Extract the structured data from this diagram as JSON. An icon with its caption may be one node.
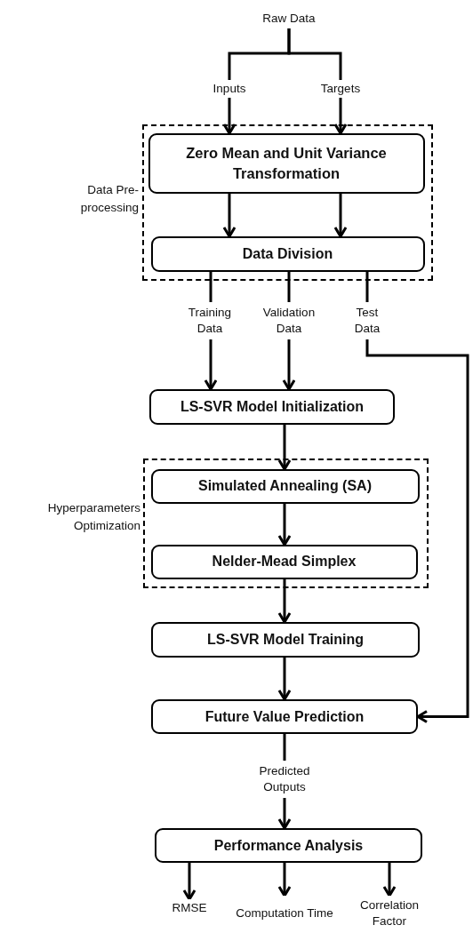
{
  "diagram": {
    "nodes": [
      {
        "text": [
          "Raw Data"
        ]
      },
      {
        "text": [
          "Inputs"
        ]
      },
      {
        "text": [
          "Targets"
        ]
      },
      {
        "text": [
          "Data Pre- processing"
        ]
      },
      {
        "text": [
          "Zero Mean and Unit Variance Transformation"
        ],
        "in": 3
      },
      {
        "text": [
          "Data Division"
        ],
        "in": 3
      },
      {
        "text": [
          "Training Data"
        ]
      },
      {
        "text": [
          "Validation Data"
        ]
      },
      {
        "text": [
          "Test Data"
        ]
      },
      {
        "text": [
          "LS-SVR Model Initialization"
        ]
      },
      {
        "text": [
          "Hyperparameters Optimization"
        ]
      },
      {
        "text": [
          "Simulated Annealing (SA)"
        ],
        "in": 10
      },
      {
        "text": [
          "Nelder-Mead Simplex"
        ],
        "in": 10
      },
      {
        "text": [
          "LS-SVR Model Training"
        ]
      },
      {
        "text": [
          "Future Value Prediction"
        ]
      },
      {
        "text": [
          "Predicted Outputs"
        ]
      },
      {
        "text": [
          "Performance Analysis"
        ]
      },
      {
        "text": [
          "RMSE"
        ]
      },
      {
        "text": [
          "Computation Time"
        ]
      },
      {
        "text": [
          "Correlation Factor"
        ]
      }
    ],
    "edges": [
      {
        "from": 0,
        "to": 1,
        "arrow": "none"
      },
      {
        "from": 0,
        "to": 2,
        "arrow": "none"
      },
      {
        "from": 1,
        "to": 4,
        "arrow": "to"
      },
      {
        "from": 2,
        "to": 4,
        "arrow": "to"
      },
      {
        "from": 4,
        "to": 5,
        "arrow": "to"
      },
      {
        "from": 4,
        "to": 5,
        "arrow": "to"
      },
      {
        "from": 5,
        "to": 6,
        "arrow": "none"
      },
      {
        "from": 5,
        "to": 7,
        "arrow": "none"
      },
      {
        "from": 5,
        "to": 8,
        "arrow": "none"
      },
      {
        "from": 6,
        "to": 9,
        "arrow": "to"
      },
      {
        "from": 7,
        "to": 9,
        "arrow": "to"
      },
      {
        "from": 8,
        "to": 14,
        "arrow": "to"
      },
      {
        "from": 9,
        "to": 11,
        "arrow": "to"
      },
      {
        "from": 11,
        "to": 12,
        "arrow": "to"
      },
      {
        "from": 12,
        "to": 13,
        "arrow": "to"
      },
      {
        "from": 13,
        "to": 14,
        "arrow": "to"
      },
      {
        "from": 14,
        "to": 15,
        "arrow": "none"
      },
      {
        "from": 15,
        "to": 16,
        "arrow": "to"
      },
      {
        "from": 16,
        "to": 17,
        "arrow": "to"
      },
      {
        "from": 16,
        "to": 18,
        "arrow": "to"
      },
      {
        "from": 16,
        "to": 19,
        "arrow": "to"
      }
    ]
  }
}
